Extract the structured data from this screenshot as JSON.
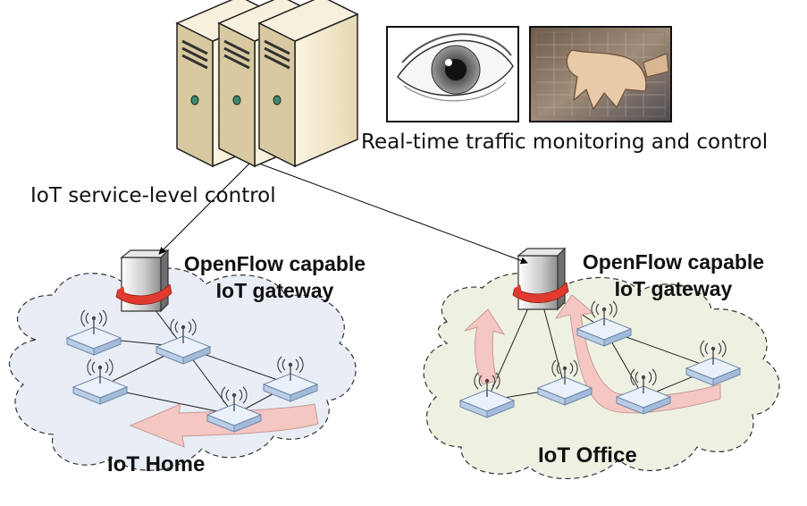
{
  "labels": {
    "monitoring": "Real-time traffic monitoring and control",
    "service_control": "IoT service-level control",
    "gateway_home_line1": "OpenFlow capable",
    "gateway_home_line2": "IoT gateway",
    "gateway_office_line1": "OpenFlow capable",
    "gateway_office_line2": "IoT gateway",
    "home": "IoT Home",
    "office": "IoT Office"
  },
  "colors": {
    "home_cloud": "#e8edf6",
    "office_cloud": "#eef1e2",
    "traffic_arrow": "#f4c7c3",
    "server": "#f1e7cc",
    "node": "#d3e0f0"
  }
}
